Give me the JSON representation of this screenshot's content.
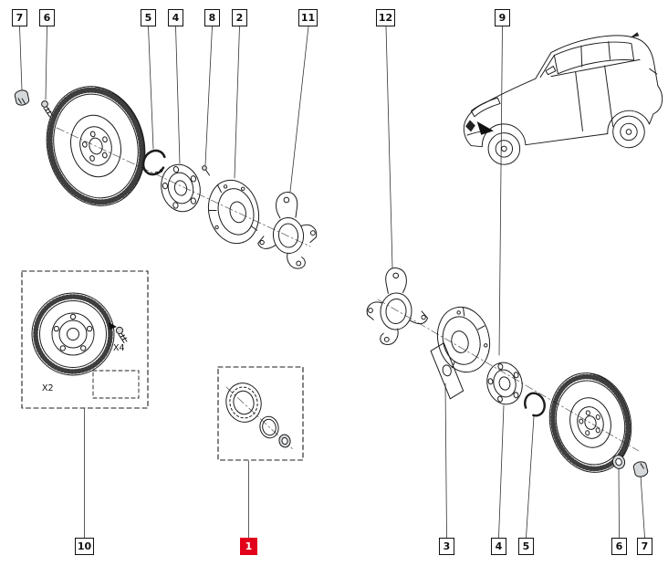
{
  "page": {
    "title": "Front axle hub and bearing exploded parts diagram",
    "background": "#ffffff"
  },
  "colors": {
    "line": "#1c1c1c",
    "highlight_red": "#e2001a"
  },
  "callouts": {
    "top": [
      {
        "label": "7"
      },
      {
        "label": "6"
      },
      {
        "label": "5"
      },
      {
        "label": "4"
      },
      {
        "label": "8"
      },
      {
        "label": "2"
      },
      {
        "label": "11"
      },
      {
        "label": "12"
      },
      {
        "label": "9"
      }
    ],
    "bottom": [
      {
        "label": "10"
      },
      {
        "label": "1",
        "highlighted": true
      },
      {
        "label": "3"
      },
      {
        "label": "4"
      },
      {
        "label": "5"
      },
      {
        "label": "6"
      },
      {
        "label": "7"
      }
    ]
  },
  "annotations": {
    "disc_quantity": "X2",
    "bolt_quantity": "X4"
  }
}
